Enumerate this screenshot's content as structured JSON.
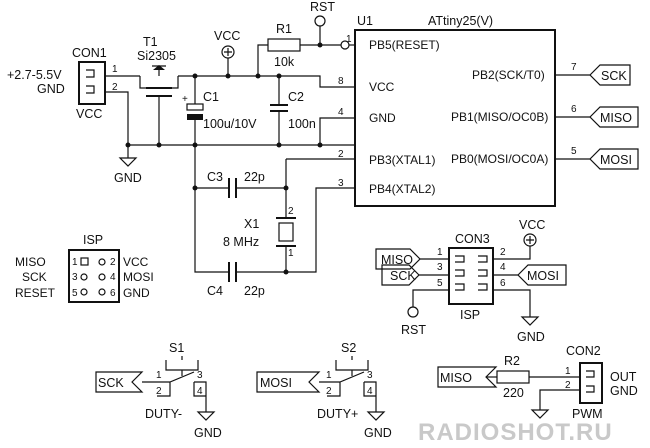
{
  "con1": {
    "name": "CON1",
    "supply": "+2.7-5.5V",
    "gnd": "GND",
    "vcc": "VCC",
    "pin1": "1",
    "pin2": "2"
  },
  "t1": {
    "name": "T1",
    "part": "Si2305"
  },
  "vcc_labels": {
    "top": "VCC",
    "con3": "VCC"
  },
  "rst_labels": {
    "top": "RST",
    "con3": "RST"
  },
  "r1": {
    "name": "R1",
    "value": "10k"
  },
  "c1": {
    "name": "C1",
    "value": "100u/10V",
    "plus": "+"
  },
  "c2": {
    "name": "C2",
    "value": "100n"
  },
  "c3": {
    "name": "C3",
    "value": "22p"
  },
  "c4": {
    "name": "C4",
    "value": "22p"
  },
  "x1": {
    "name": "X1",
    "value": "8 MHz",
    "pin1": "1",
    "pin2": "2"
  },
  "gnd_labels": {
    "con1": "GND",
    "con3": "GND",
    "s1": "GND",
    "s2": "GND",
    "con2": "GND"
  },
  "u1": {
    "name": "U1",
    "part": "ATtiny25(V)",
    "left_pins": [
      {
        "num": "1",
        "label": "PB5(RESET)"
      },
      {
        "num": "8",
        "label": "VCC"
      },
      {
        "num": "4",
        "label": "GND"
      },
      {
        "num": "2",
        "label": "PB3(XTAL1)"
      },
      {
        "num": "3",
        "label": "PB4(XTAL2)"
      }
    ],
    "right_pins": [
      {
        "num": "7",
        "label": "PB2(SCK/T0)"
      },
      {
        "num": "6",
        "label": "PB1(MISO/OC0B)"
      },
      {
        "num": "5",
        "label": "PB0(MOSI/OC0A)"
      }
    ]
  },
  "net_flags": {
    "sck": "SCK",
    "miso": "MISO",
    "mosi": "MOSI"
  },
  "isp_pinout": {
    "title": "ISP",
    "left": [
      "MISO",
      "SCK",
      "RESET"
    ],
    "right": [
      "VCC",
      "MOSI",
      "GND"
    ],
    "left_nums": [
      "1",
      "3",
      "5"
    ],
    "right_nums": [
      "2",
      "4",
      "6"
    ]
  },
  "con3": {
    "name": "CON3",
    "label": "ISP",
    "flags": {
      "miso": "MISO",
      "sck": "SCK",
      "mosi": "MOSI"
    },
    "pins": {
      "p1": "1",
      "p2": "2",
      "p3": "3",
      "p4": "4",
      "p5": "5",
      "p6": "6"
    }
  },
  "s1": {
    "name": "S1",
    "label": "DUTY-",
    "flag": "SCK",
    "p1": "1",
    "p2": "2",
    "p3": "3",
    "p4": "4"
  },
  "s2": {
    "name": "S2",
    "label": "DUTY+",
    "flag": "MOSI",
    "p1": "1",
    "p2": "2",
    "p3": "3",
    "p4": "4"
  },
  "r2": {
    "name": "R2",
    "value": "220",
    "flag": "MISO"
  },
  "con2": {
    "name": "CON2",
    "out": "OUT",
    "pwm": "PWM",
    "pin1": "1",
    "pin2": "2"
  },
  "watermark": "RADIOSHOT.RU"
}
